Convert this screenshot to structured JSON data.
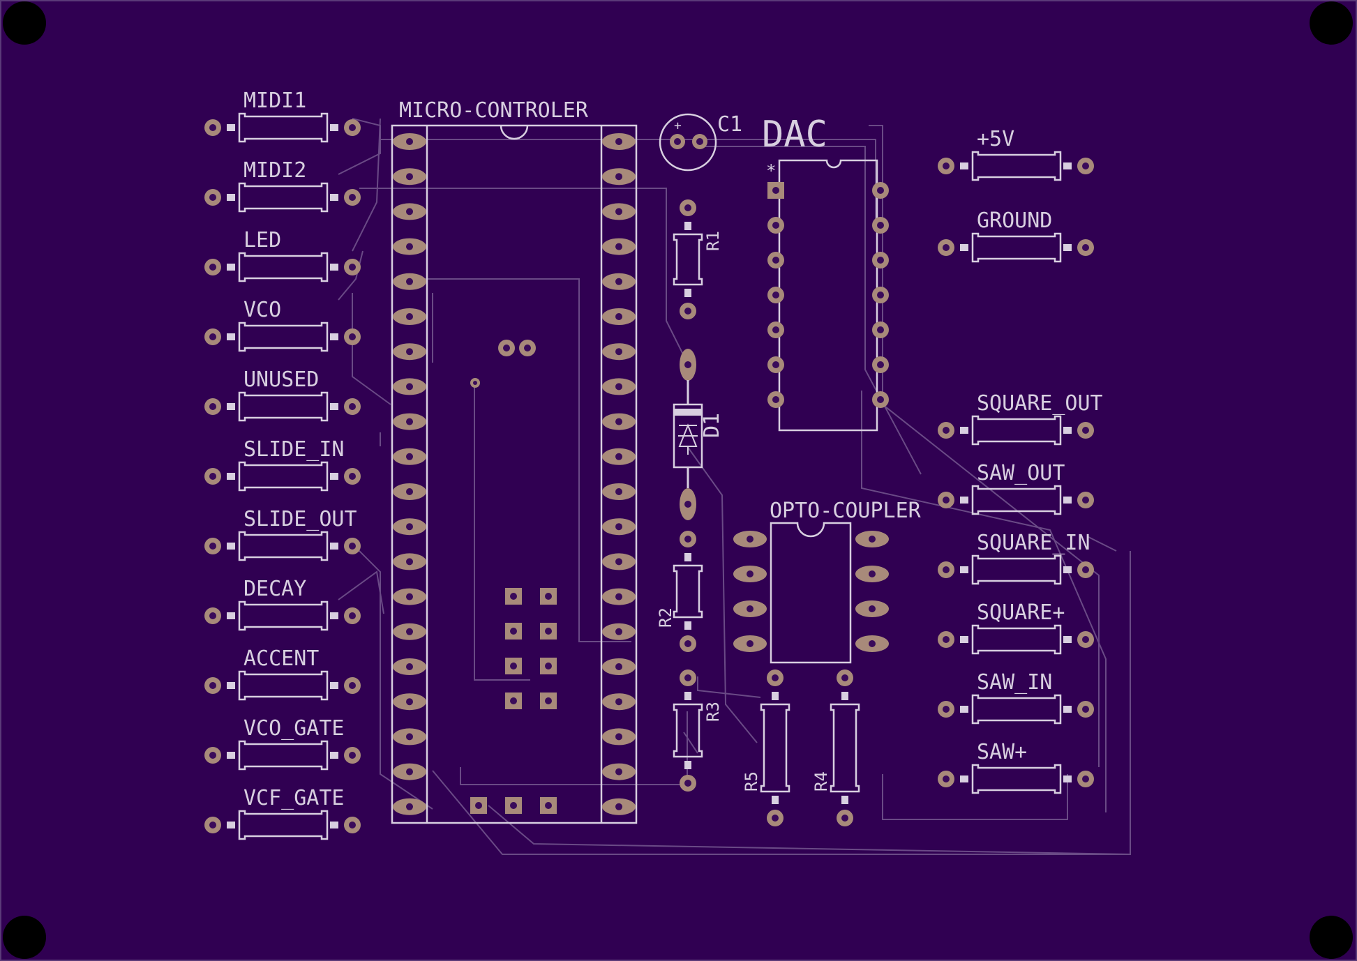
{
  "board": {
    "color": "#300052",
    "silkscreen": "#d8cfe0",
    "trace": "#6a4a86",
    "pad": "#a88a7a",
    "hole": "#3a0b5a",
    "mount_hole": "#000000"
  },
  "components": {
    "micro": "MICRO-CONTROLER",
    "dac": "DAC",
    "opto": "OPTO-COUPLER",
    "c1": "C1",
    "r1": "R1",
    "r2": "R2",
    "r3": "R3",
    "r4": "R4",
    "r5": "R5",
    "d1": "D1"
  },
  "left_connectors": [
    "MIDI1",
    "MIDI2",
    "LED",
    "VCO",
    "UNUSED",
    "SLIDE_IN",
    "SLIDE_OUT",
    "DECAY",
    "ACCENT",
    "VCO_GATE",
    "VCF_GATE"
  ],
  "right_connectors_top": [
    "+5V",
    "GROUND"
  ],
  "right_connectors_bottom": [
    "SQUARE_OUT",
    "SAW_OUT",
    "SQUARE_IN",
    "SQUARE+",
    "SAW_IN",
    "SAW+"
  ]
}
